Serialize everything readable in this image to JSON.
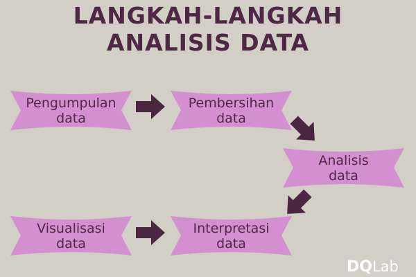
{
  "title": {
    "line1": "LANGKAH-LANGKAH",
    "line2": "ANALISIS DATA"
  },
  "steps": [
    {
      "line1": "Pengumpulan",
      "line2": "data"
    },
    {
      "line1": "Pembersihan",
      "line2": "data"
    },
    {
      "line1": "Analisis",
      "line2": "data"
    },
    {
      "line1": "Interpretasi",
      "line2": "data"
    },
    {
      "line1": "Visualisasi",
      "line2": "data"
    }
  ],
  "logo": {
    "text_bold": "DQ",
    "text_light": "Lab"
  },
  "colors": {
    "background": "#d2cfc6",
    "box_fill": "#d48fd0",
    "text": "#4e2845",
    "arrow": "#4a2741",
    "logo": "#ffffff"
  }
}
